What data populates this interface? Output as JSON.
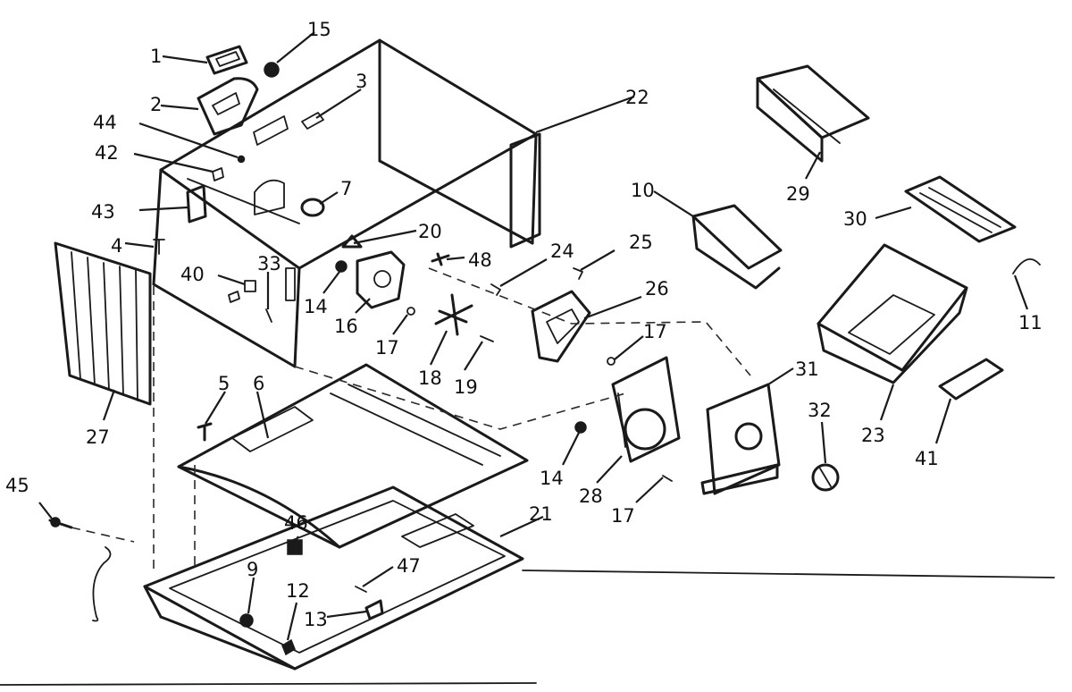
{
  "callouts": [
    {
      "id": "c1",
      "text": "1"
    },
    {
      "id": "c2",
      "text": "2"
    },
    {
      "id": "c3",
      "text": "3"
    },
    {
      "id": "c4",
      "text": "4"
    },
    {
      "id": "c5",
      "text": "5"
    },
    {
      "id": "c6",
      "text": "6"
    },
    {
      "id": "c7",
      "text": "7"
    },
    {
      "id": "c9",
      "text": "9"
    },
    {
      "id": "c10",
      "text": "10"
    },
    {
      "id": "c11",
      "text": "11"
    },
    {
      "id": "c12",
      "text": "12"
    },
    {
      "id": "c13",
      "text": "13"
    },
    {
      "id": "c14a",
      "text": "14"
    },
    {
      "id": "c14b",
      "text": "14"
    },
    {
      "id": "c15",
      "text": "15"
    },
    {
      "id": "c16",
      "text": "16"
    },
    {
      "id": "c17a",
      "text": "17"
    },
    {
      "id": "c17b",
      "text": "17"
    },
    {
      "id": "c17c",
      "text": "17"
    },
    {
      "id": "c18",
      "text": "18"
    },
    {
      "id": "c19",
      "text": "19"
    },
    {
      "id": "c20",
      "text": "20"
    },
    {
      "id": "c21",
      "text": "21"
    },
    {
      "id": "c22",
      "text": "22"
    },
    {
      "id": "c23",
      "text": "23"
    },
    {
      "id": "c24",
      "text": "24"
    },
    {
      "id": "c25",
      "text": "25"
    },
    {
      "id": "c26",
      "text": "26"
    },
    {
      "id": "c27",
      "text": "27"
    },
    {
      "id": "c28",
      "text": "28"
    },
    {
      "id": "c29",
      "text": "29"
    },
    {
      "id": "c30",
      "text": "30"
    },
    {
      "id": "c31",
      "text": "31"
    },
    {
      "id": "c32",
      "text": "32"
    },
    {
      "id": "c33",
      "text": "33"
    },
    {
      "id": "c40",
      "text": "40"
    },
    {
      "id": "c41",
      "text": "41"
    },
    {
      "id": "c42",
      "text": "42"
    },
    {
      "id": "c43",
      "text": "43"
    },
    {
      "id": "c44",
      "text": "44"
    },
    {
      "id": "c45",
      "text": "45"
    },
    {
      "id": "c46",
      "text": "46"
    },
    {
      "id": "c47",
      "text": "47"
    },
    {
      "id": "c48",
      "text": "48"
    }
  ]
}
